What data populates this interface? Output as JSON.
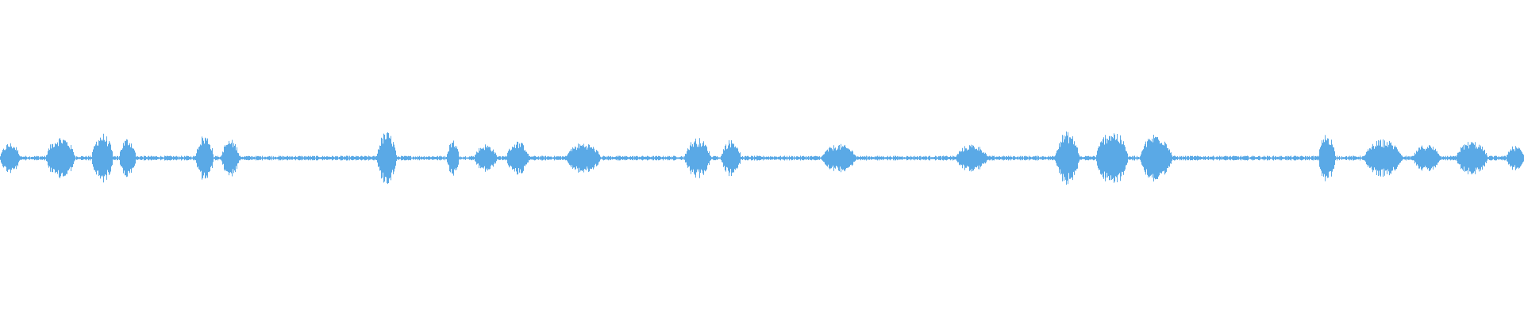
{
  "waveform": {
    "color": "#5aa9e6",
    "baseline_amplitude": 0.015,
    "bursts": [
      {
        "start": 0.0,
        "end": 0.013,
        "amplitude": 0.1
      },
      {
        "start": 0.03,
        "end": 0.049,
        "amplitude": 0.14
      },
      {
        "start": 0.06,
        "end": 0.074,
        "amplitude": 0.16
      },
      {
        "start": 0.078,
        "end": 0.089,
        "amplitude": 0.13
      },
      {
        "start": 0.128,
        "end": 0.14,
        "amplitude": 0.15
      },
      {
        "start": 0.145,
        "end": 0.157,
        "amplitude": 0.12
      },
      {
        "start": 0.247,
        "end": 0.26,
        "amplitude": 0.17
      },
      {
        "start": 0.293,
        "end": 0.301,
        "amplitude": 0.12
      },
      {
        "start": 0.311,
        "end": 0.326,
        "amplitude": 0.09
      },
      {
        "start": 0.332,
        "end": 0.347,
        "amplitude": 0.11
      },
      {
        "start": 0.371,
        "end": 0.394,
        "amplitude": 0.1
      },
      {
        "start": 0.449,
        "end": 0.466,
        "amplitude": 0.13
      },
      {
        "start": 0.473,
        "end": 0.486,
        "amplitude": 0.12
      },
      {
        "start": 0.539,
        "end": 0.562,
        "amplitude": 0.09
      },
      {
        "start": 0.627,
        "end": 0.648,
        "amplitude": 0.09
      },
      {
        "start": 0.692,
        "end": 0.708,
        "amplitude": 0.17
      },
      {
        "start": 0.719,
        "end": 0.74,
        "amplitude": 0.18
      },
      {
        "start": 0.748,
        "end": 0.769,
        "amplitude": 0.16
      },
      {
        "start": 0.865,
        "end": 0.876,
        "amplitude": 0.16
      },
      {
        "start": 0.895,
        "end": 0.92,
        "amplitude": 0.12
      },
      {
        "start": 0.927,
        "end": 0.945,
        "amplitude": 0.09
      },
      {
        "start": 0.955,
        "end": 0.976,
        "amplitude": 0.11
      },
      {
        "start": 0.988,
        "end": 1.0,
        "amplitude": 0.08
      }
    ]
  }
}
